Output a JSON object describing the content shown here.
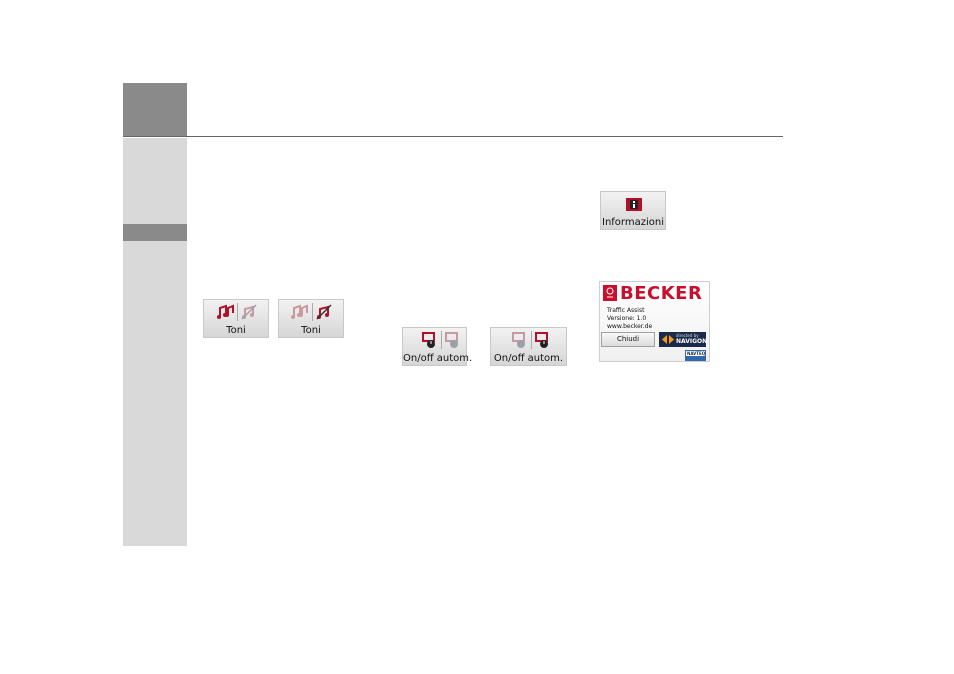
{
  "buttons": {
    "tones_on_label": "Toni",
    "tones_off_label": "Toni",
    "auto_on_label": "On/off autom.",
    "auto_off_label": "On/off autom.",
    "info_label": "Informazioni"
  },
  "about_dialog": {
    "brand": "BECKER",
    "product": "Traffic Assist",
    "version": "Versione: 1.0",
    "url": "www.becker.de",
    "close_label": "Chiudi",
    "partner_top": "directed by",
    "partner_name": "NAVIGON",
    "navteq_label": "NAVTEQ"
  },
  "colors": {
    "sidebar_dark": "#8a8a8a",
    "sidebar_light": "#d9d9d9",
    "brand_red": "#c8102e"
  }
}
